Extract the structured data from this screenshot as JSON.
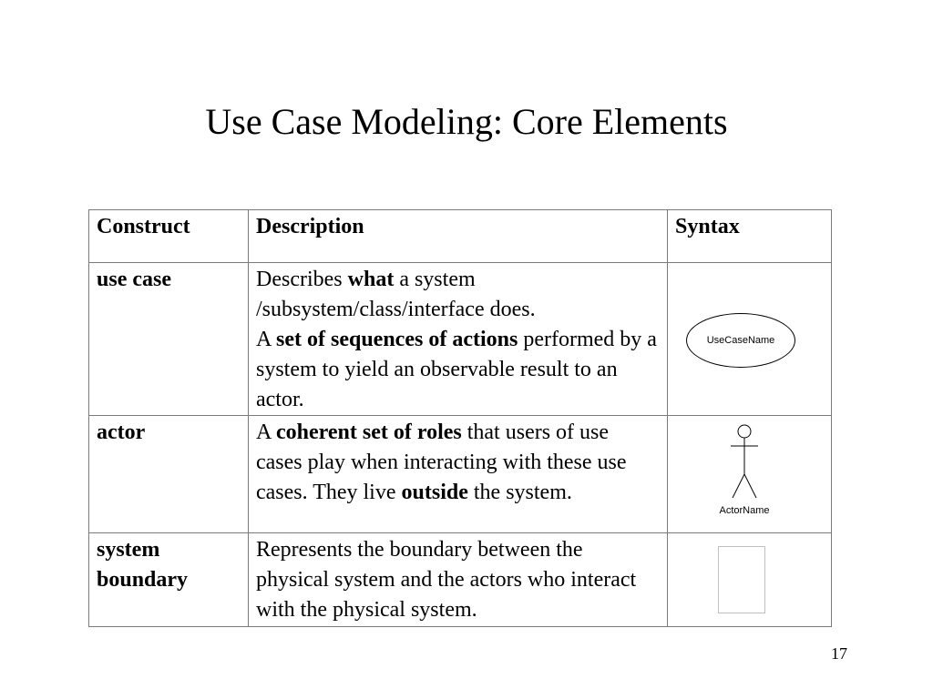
{
  "slide": {
    "title": "Use Case Modeling: Core Elements",
    "page_number": "17"
  },
  "table": {
    "headers": {
      "construct": "Construct",
      "description": "Description",
      "syntax": "Syntax"
    },
    "rows": {
      "use_case": {
        "construct": "use case",
        "desc": [
          {
            "t": "Describes ",
            "b": false
          },
          {
            "t": "what",
            "b": true
          },
          {
            "t": " a system /subsystem/class/interface does.",
            "b": false
          },
          {
            "t": "\n",
            "b": false
          },
          {
            "t": "A ",
            "b": false
          },
          {
            "t": "set of sequences of actions",
            "b": true
          },
          {
            "t": " performed by a system to yield an observable result to an actor.",
            "b": false
          }
        ],
        "syntax_label": "UseCaseName",
        "syntax_icon": "use-case-ellipse"
      },
      "actor": {
        "construct": "actor",
        "desc": [
          {
            "t": "A ",
            "b": false
          },
          {
            "t": "coherent set of roles",
            "b": true
          },
          {
            "t": " that users of use cases play when interacting with these use cases. They live ",
            "b": false
          },
          {
            "t": "outside",
            "b": true
          },
          {
            "t": " the system.",
            "b": false
          }
        ],
        "syntax_label": "ActorName",
        "syntax_icon": "stick-figure"
      },
      "system_boundary": {
        "construct_line1": "system",
        "construct_line2": "boundary",
        "desc": [
          {
            "t": "Represents the boundary between the physical system and the actors who interact with the physical system.",
            "b": false
          }
        ],
        "syntax_icon": "boundary-rectangle"
      }
    }
  }
}
